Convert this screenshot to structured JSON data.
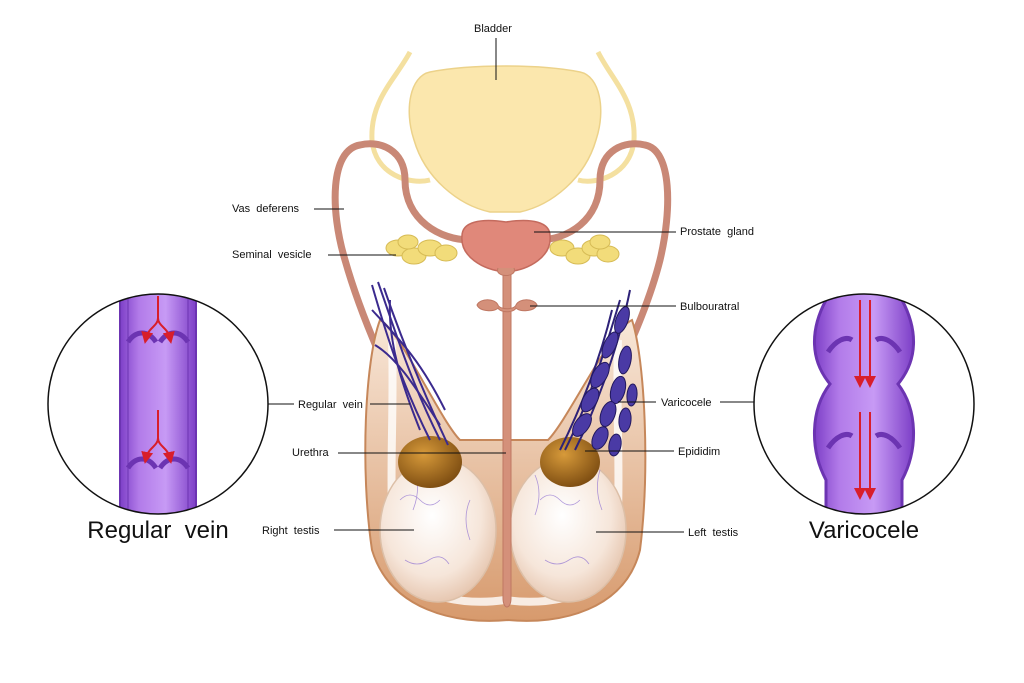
{
  "labels": {
    "bladder": "Bladder",
    "vas_deferens": "Vas  deferens",
    "seminal_vesicle": "Seminal  vesicle",
    "prostate_gland": "Prostate  gland",
    "bulbouratral": "Bulbouratral",
    "regular_vein": "Regular  vein",
    "varicocele": "Varicocele",
    "urethra": "Urethra",
    "epididim": "Epididim",
    "right_testis": "Right  testis",
    "left_testis": "Left  testis"
  },
  "insets": {
    "left_title": "Regular  vein",
    "right_title": "Varicocele"
  },
  "colors": {
    "vein_fill": "#a35ce6",
    "vein_light": "#c79af5",
    "vein_edge": "#7d3fc7",
    "arrow": "#d81e2b",
    "bladder": "#fbe7ad",
    "duct": "#cf8a78",
    "prostate": "#e0887a",
    "vesicle": "#f2dc7a",
    "epididymis": "#a66a1c",
    "scrotum_edge": "#c6875a",
    "varicose": "#3b2a8e"
  }
}
